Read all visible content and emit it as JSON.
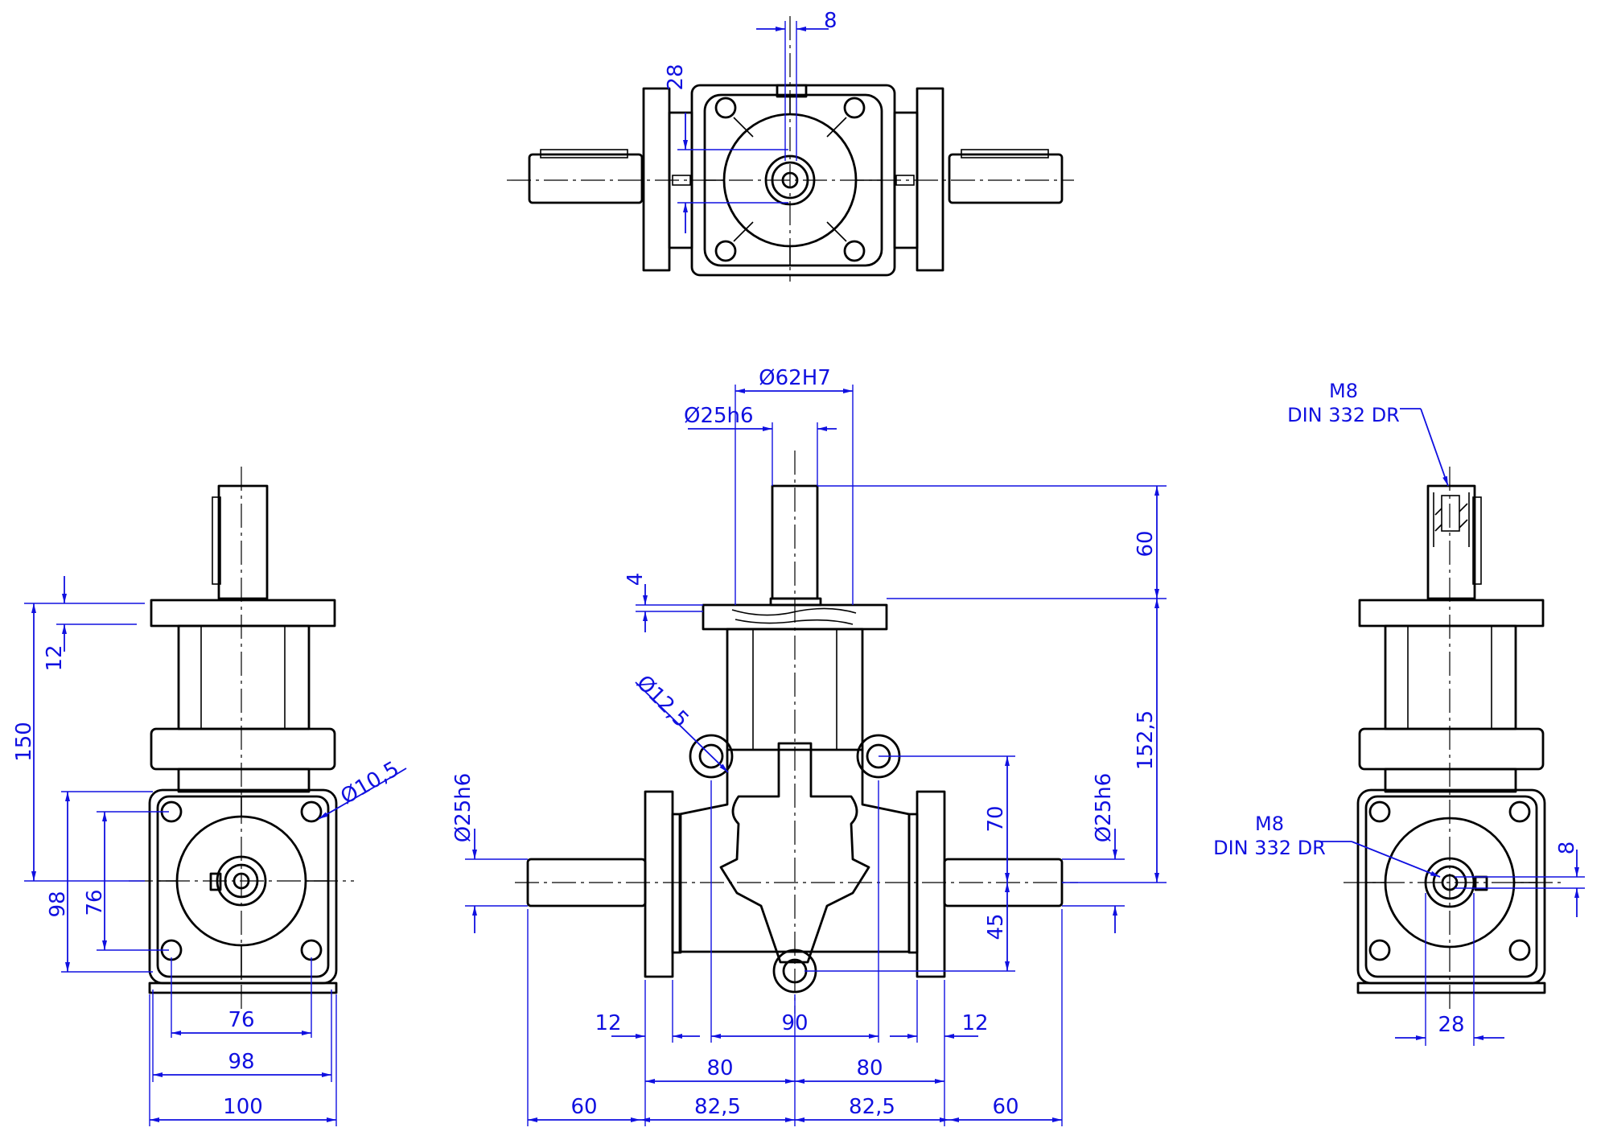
{
  "colors": {
    "line": "#000000",
    "dimension": "#1010e0",
    "background": "#ffffff"
  },
  "top_view": {
    "dim_key_width": "8",
    "dim_key_height": "28"
  },
  "front_view": {
    "dia_bore": "Ø62H7",
    "dia_shaft_top": "Ø25h6",
    "dim_top_shaft_length": "60",
    "dim_flange_thickness": "4",
    "dim_height": "152,5",
    "dia_hole": "Ø12,5",
    "dim_70": "70",
    "dim_45": "45",
    "dia_shaft_left": "Ø25h6",
    "dia_shaft_right": "Ø25h6",
    "dim_12_left": "12",
    "dim_90": "90",
    "dim_12_right": "12",
    "dim_80_left": "80",
    "dim_80_right": "80",
    "dim_60_left": "60",
    "dim_82_5_left": "82,5",
    "dim_82_5_right": "82,5",
    "dim_60_right": "60"
  },
  "left_view": {
    "dim_150": "150",
    "dim_12": "12",
    "dia_hole": "Ø10,5",
    "dim_98_v": "98",
    "dim_76_v": "76",
    "dim_76_h": "76",
    "dim_98_h": "98",
    "dim_100_h": "100"
  },
  "right_view": {
    "thread_top_1": "M8",
    "thread_top_2": "DIN 332 DR",
    "thread_side_1": "M8",
    "thread_side_2": "DIN 332 DR",
    "dim_8": "8",
    "dim_28": "28"
  }
}
